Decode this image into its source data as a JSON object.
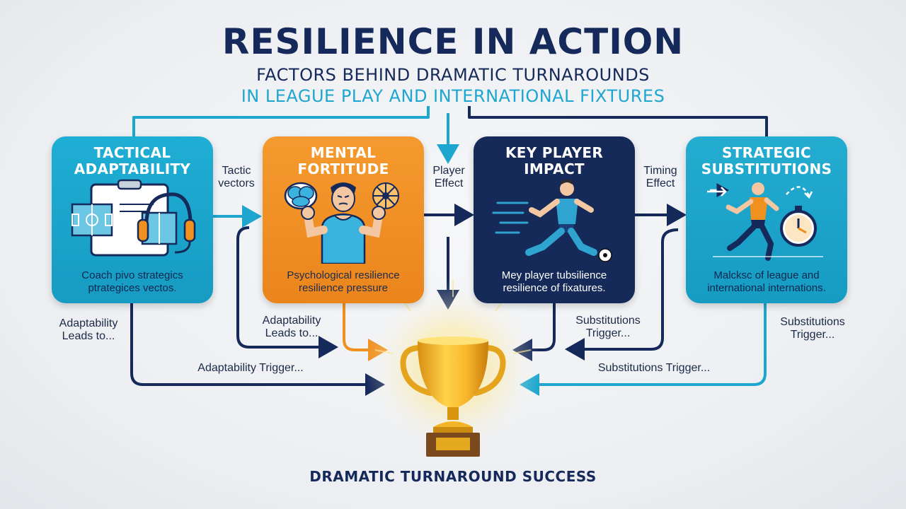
{
  "header": {
    "title": "RESILIENCE IN ACTION",
    "subtitle_line1": "FACTORS BEHIND DRAMATIC TURNAROUNDS",
    "subtitle_line2": "IN LEAGUE PLAY AND INTERNATIONAL FIXTURES"
  },
  "cards": [
    {
      "title_line1": "TACTICAL",
      "title_line2": "ADAPTABILITY",
      "desc_line1": "Coach pivo strategics",
      "desc_line2": "ptrategices vectos.",
      "icon": "clipboard-headset-icon",
      "color": "#1faed4"
    },
    {
      "title_line1": "MENTAL",
      "title_line2": "FORTITUDE",
      "desc_line1": "Psychological resilience",
      "desc_line2": "resilience pressure",
      "icon": "brain-athlete-network-icon",
      "color": "#f0901f"
    },
    {
      "title_line1": "KEY PLAYER",
      "title_line2": "IMPACT",
      "desc_line1": "Mey player tubsilience",
      "desc_line2": "resilience of fixatures.",
      "icon": "kicking-player-icon",
      "color": "#152a58"
    },
    {
      "title_line1": "STRATEGIC",
      "title_line2": "SUBSTITUTIONS",
      "desc_line1": "Malcksc of league and",
      "desc_line2": "international internations.",
      "icon": "runner-stopwatch-icon",
      "color": "#1faed4"
    }
  ],
  "connectors": {
    "tactic_vectors": [
      "Tactic",
      "vectors"
    ],
    "player_effect": [
      "Player",
      "Effect"
    ],
    "timing_effect": [
      "Timing",
      "Effect"
    ],
    "adaptability_leads_left": [
      "Adaptability",
      "Leads to..."
    ],
    "adaptability_leads_mid": [
      "Adaptability",
      "Leads to..."
    ],
    "substitutions_trigger_mid": [
      "Substitutions",
      "Trigger..."
    ],
    "substitutions_trigger_right": [
      "Substitutions",
      "Trigger..."
    ],
    "adaptability_trigger": "Adaptability Trigger...",
    "substitutions_trigger_bottom": "Substitutions Trigger..."
  },
  "outcome": {
    "label": "DRAMATIC TURNAROUND SUCCESS",
    "icon": "trophy-icon"
  },
  "colors": {
    "navy": "#15295a",
    "cyan": "#1ea6cf",
    "orange": "#f0901f"
  }
}
